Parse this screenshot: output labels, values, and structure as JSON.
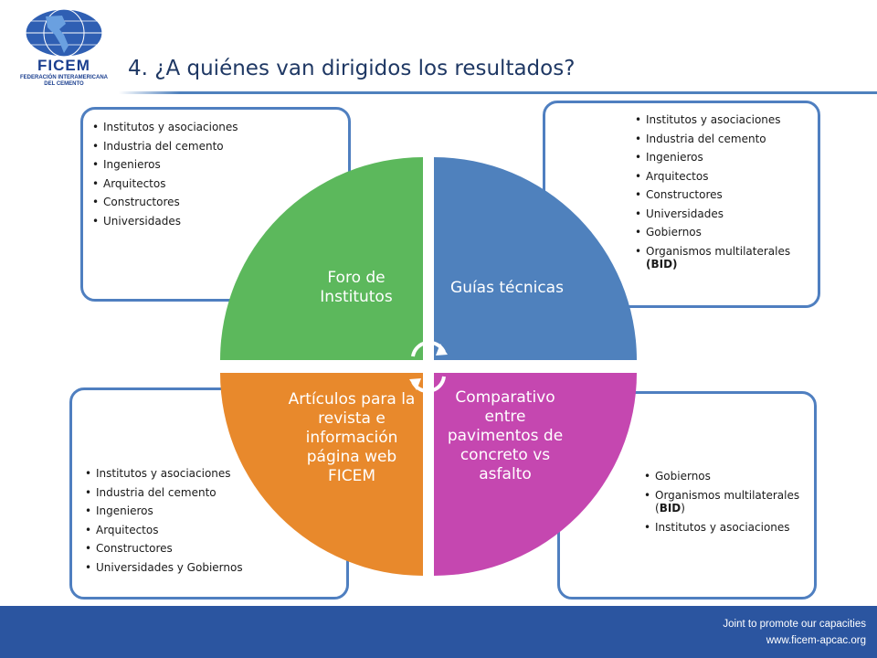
{
  "logo": {
    "name": "FICEM",
    "subtitle_line1": "FEDERACIÓN INTERAMERICANA",
    "subtitle_line2": "DEL CEMENTO"
  },
  "slide_title": "4. ¿A quiénes van dirigidos los resultados?",
  "quadrants": {
    "top_left": {
      "label": "Foro de Institutos",
      "color": "#5cb85c"
    },
    "top_right": {
      "label": "Guías técnicas",
      "color": "#4f81bd"
    },
    "bottom_left": {
      "label": "Artículos para la revista e información página web FICEM",
      "color": "#e8892c"
    },
    "bottom_right": {
      "label": "Comparativo entre pavimentos de concreto vs asfalto",
      "color": "#c547b0"
    }
  },
  "boxes": {
    "top_left": [
      "Institutos y asociaciones",
      "Industria del cemento",
      "Ingenieros",
      "Arquitectos",
      "Constructores",
      "Universidades"
    ],
    "top_right": [
      "Institutos y asociaciones",
      "Industria del cemento",
      "Ingenieros",
      "Arquitectos",
      "Constructores",
      "Universidades",
      "Gobiernos"
    ],
    "top_right_last": {
      "text": "Organismos multilaterales",
      "bold": "(BID)"
    },
    "bottom_left": [
      "Institutos y asociaciones",
      "Industria del cemento",
      "Ingenieros",
      "Arquitectos",
      "Constructores",
      "Universidades y Gobiernos"
    ],
    "bottom_right_first": "Gobiernos",
    "bottom_right_org": {
      "text": "Organismos multilaterales  (",
      "bold": "BID",
      "tail": ")"
    },
    "bottom_right_last": "Institutos y asociaciones"
  },
  "footer": {
    "line1": "Joint  to promote our capacities",
    "line2": "www.ficem-apcac.org"
  },
  "colors": {
    "box_border": "#4f7fc0",
    "footer_bg": "#2b55a0",
    "title": "#1f3864"
  }
}
